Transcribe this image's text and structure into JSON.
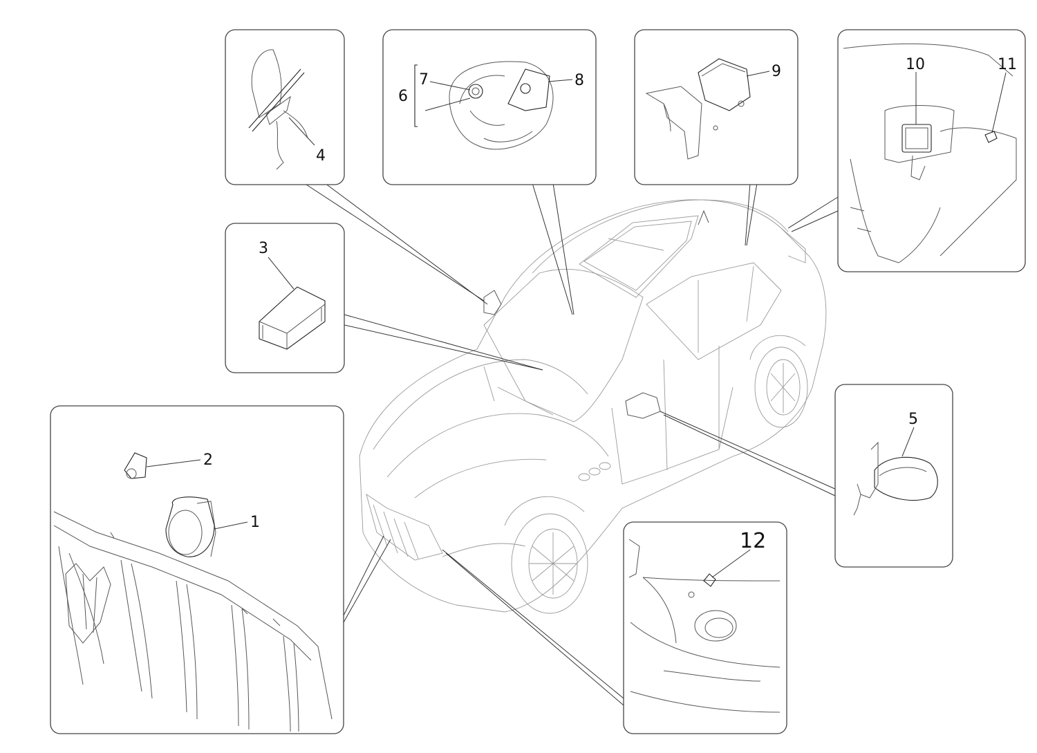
{
  "diagram": {
    "callouts": {
      "p1": "1",
      "p2": "2",
      "p3": "3",
      "p4": "4",
      "p5": "5",
      "p6": "6",
      "p7": "7",
      "p8": "8",
      "p9": "9",
      "p10": "10",
      "p11": "11",
      "p12": "12"
    },
    "line_color": "#444444",
    "background": "#ffffff"
  }
}
